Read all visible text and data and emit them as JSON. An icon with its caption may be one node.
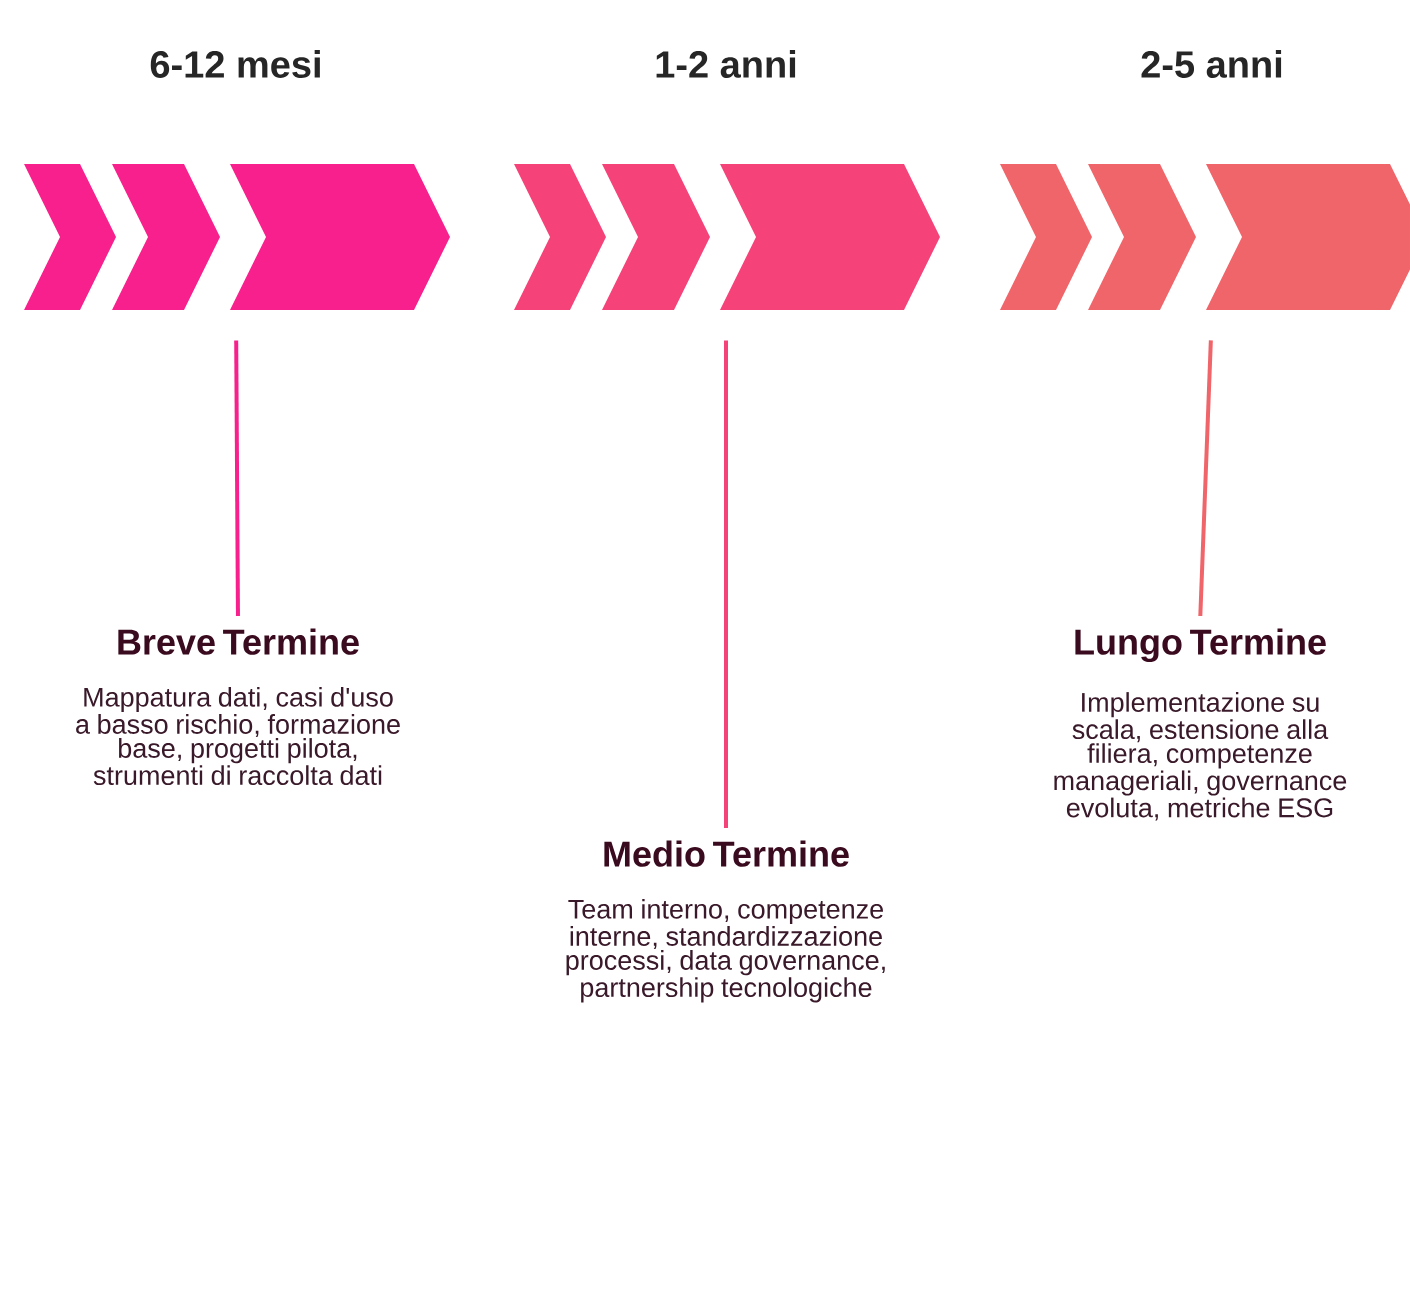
{
  "diagram": {
    "nodes": [
      {
        "text": [],
        "shape": "chevron",
        "beside": [
          "6-12 mesi"
        ]
      },
      {
        "text": [
          "Breve Termine",
          "Mappatura dati, casi d'uso a basso rischio, formazione base, progetti pilota, strumenti di raccolta dati"
        ]
      },
      {
        "text": [],
        "shape": "chevron",
        "beside": [
          "1-2 anni"
        ]
      },
      {
        "text": [
          "Medio Termine",
          "Team interno, competenze interne, standardizzazione processi, data governance, partnership tecnologiche"
        ]
      },
      {
        "text": [],
        "shape": "chevron",
        "beside": [
          "2-5 anni"
        ]
      },
      {
        "text": [
          "Lungo Termine",
          "Implementazione su scala, estensione alla filiera, competenze manageriali, governance evoluta, metriche ESG"
        ]
      }
    ],
    "edges": [
      {
        "from": 0,
        "to": 1,
        "arrow": "none",
        "color": "#f7208c"
      },
      {
        "from": 2,
        "to": 3,
        "arrow": "none",
        "color": "#f5437a"
      },
      {
        "from": 4,
        "to": 5,
        "arrow": "none",
        "color": "#f0656a"
      }
    ]
  }
}
